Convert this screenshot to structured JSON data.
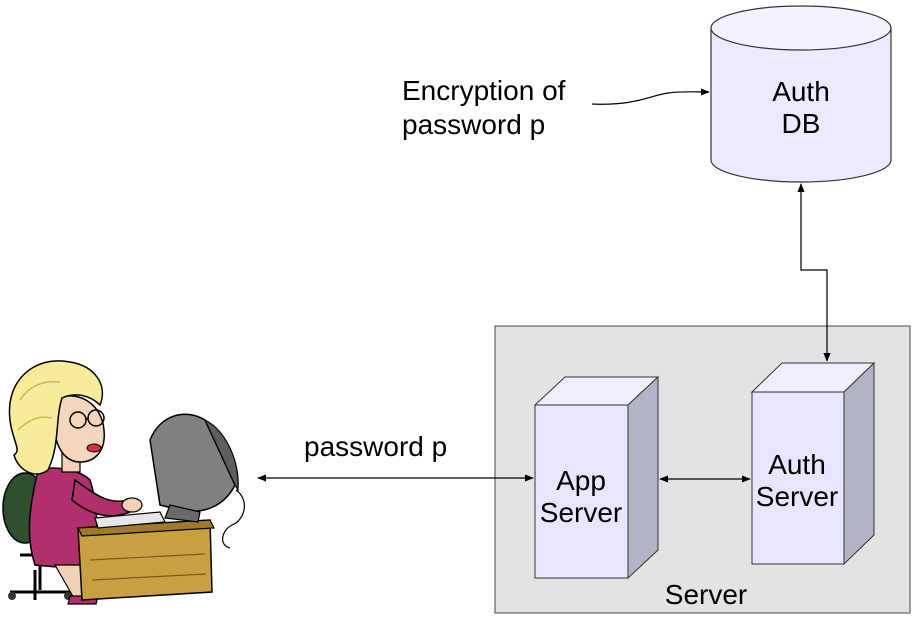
{
  "labels": {
    "encryption_line1": "Encryption of",
    "encryption_line2": "password p",
    "db_line1": "Auth",
    "db_line2": "DB",
    "password_link": "password p",
    "app_server_line1": "App",
    "app_server_line2": "Server",
    "auth_server_line1": "Auth",
    "auth_server_line2": "Server",
    "server_group": "Server"
  },
  "icons": {
    "user": "woman-at-computer-icon",
    "database": "database-cylinder-icon",
    "server_box": "server-box-icon"
  },
  "colors": {
    "server_group_fill": "#e3e3e3",
    "box_face": "#e8e6ff",
    "box_side": "#b3b3c6",
    "db_fill": "#eceaff"
  }
}
